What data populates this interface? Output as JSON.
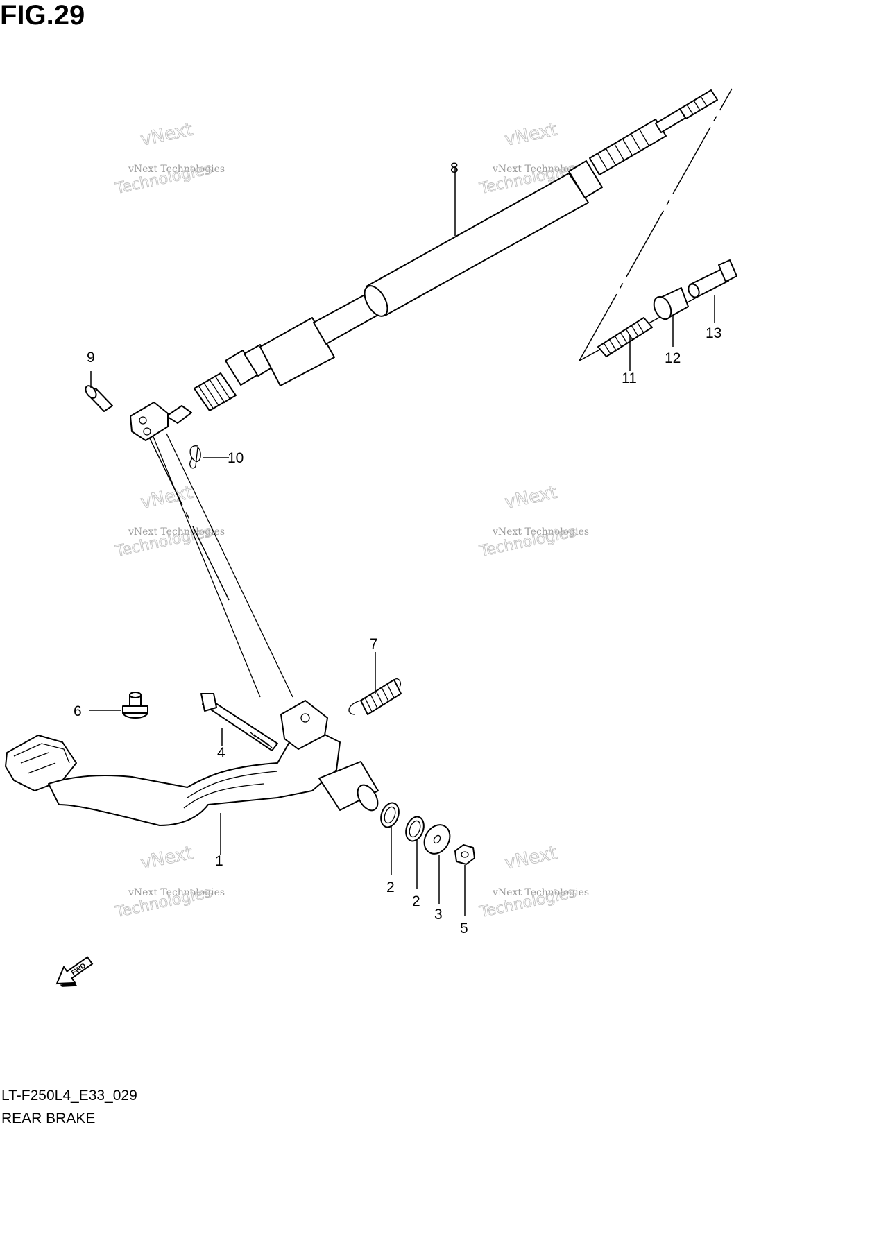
{
  "figure": {
    "title": "FIG.29",
    "code": "LT-F250L4_E33_029",
    "name": "REAR BRAKE"
  },
  "callouts": [
    "1",
    "2",
    "2",
    "3",
    "4",
    "5",
    "6",
    "7",
    "8",
    "9",
    "10",
    "11",
    "12",
    "13"
  ],
  "watermark": {
    "line1": "vNext Technologies",
    "line2": "vNext",
    "line3": "Technologies"
  },
  "fwd_label": "FWD"
}
